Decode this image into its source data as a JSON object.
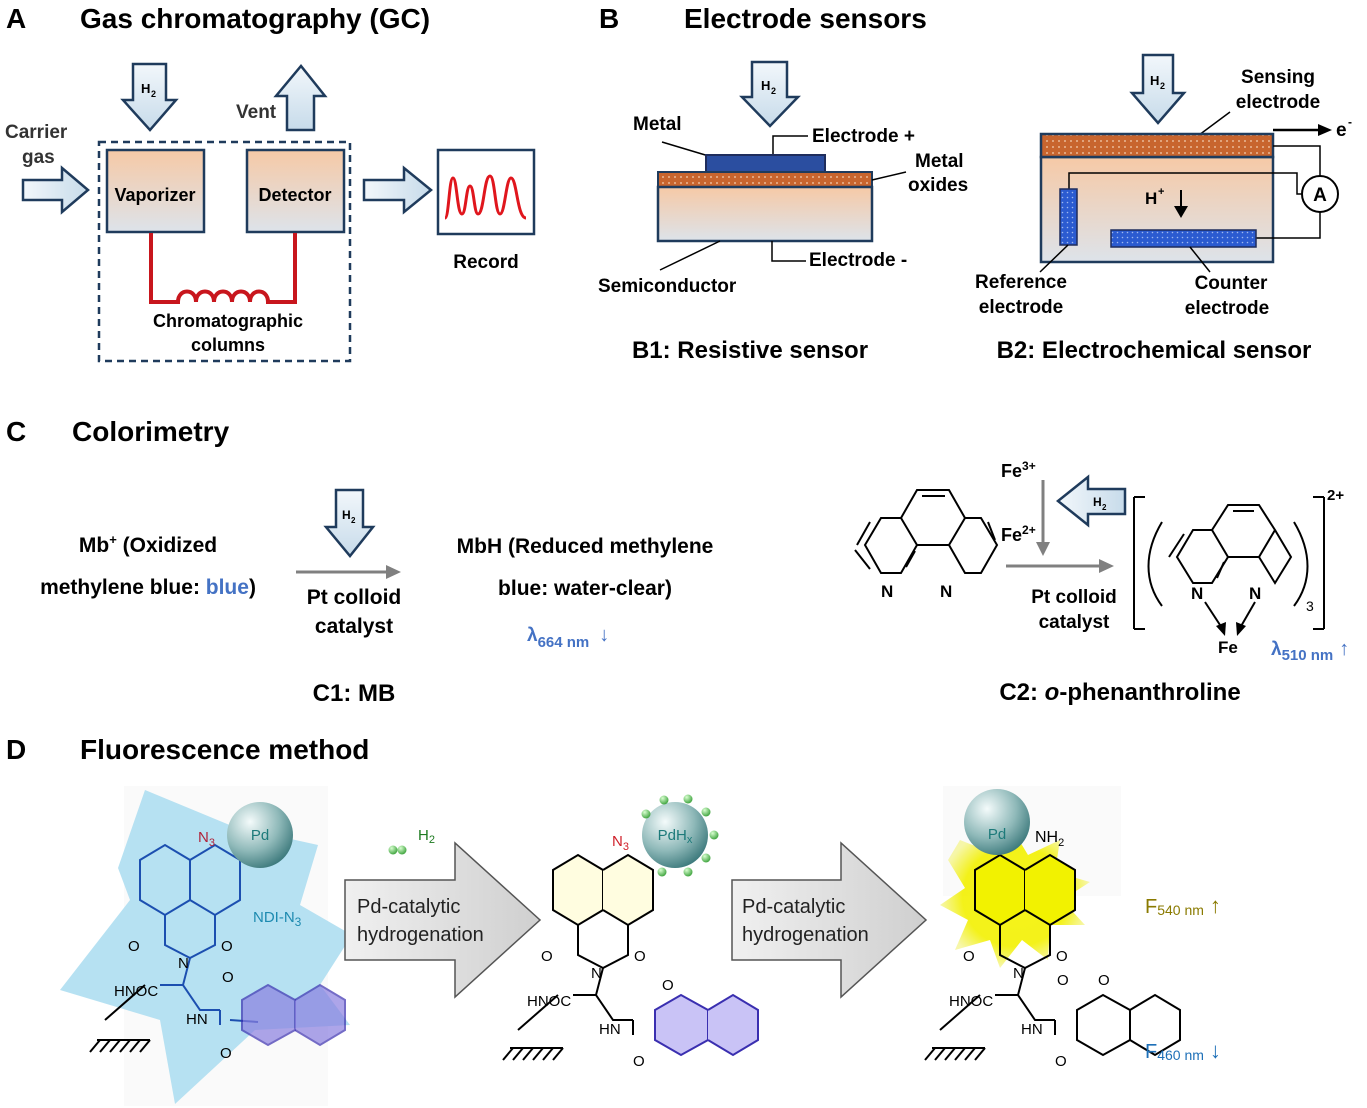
{
  "colors": {
    "arrow_fill": "#dbe8f3",
    "arrow_stroke": "#1f3b5c",
    "column_red": "#c8161d",
    "box_fill_top": "#f6c9a6",
    "box_fill_bottom": "#dde3ea",
    "electrode_blue": "#2b4ea0",
    "metal_oxide": "#c8652e",
    "text_blue": "#4472c4",
    "naph_yellow": "#f2f200",
    "coumarin_purple": "#8b7fe0",
    "blob_blue": "#a9dcf0",
    "teal_text": "#1d8a8a"
  },
  "panel_a": {
    "letter": "A",
    "title": "Gas chromatography (GC)",
    "h2_label": "H",
    "h2_sub": "2",
    "vent": "Vent",
    "carrier_line1": "Carrier",
    "carrier_line2": "gas",
    "vaporizer": "Vaporizer",
    "detector": "Detector",
    "record": "Record",
    "columns_line1": "Chromatographic",
    "columns_line2": "columns"
  },
  "panel_b": {
    "letter": "B",
    "title": "Electrode sensors",
    "b1": {
      "h2_label": "H",
      "h2_sub": "2",
      "metal": "Metal",
      "electrode_plus": "Electrode +",
      "metal_oxides_line1": "Metal",
      "metal_oxides_line2": "oxides",
      "electrode_minus": "Electrode -",
      "semiconductor": "Semiconductor",
      "caption": "B1: Resistive sensor"
    },
    "b2": {
      "h2_label": "H",
      "h2_sub": "2",
      "sensing_line1": "Sensing",
      "sensing_line2": "electrode",
      "e_label": "e",
      "e_sup": "-",
      "ammeter": "A",
      "hplus": "H",
      "hplus_sup": "+",
      "reference_line1": "Reference",
      "reference_line2": "electrode",
      "counter_line1": "Counter",
      "counter_line2": "electrode",
      "caption": "B2: Electrochemical sensor"
    }
  },
  "panel_c": {
    "letter": "C",
    "title": "Colorimetry",
    "c1": {
      "mb_plus": "Mb",
      "mb_plus_sup": "+",
      "mb_plus_rest": " (Oxidized",
      "mb_line2_a": "methylene blue: ",
      "mb_line2_blue": "blue",
      "mb_line2_c": ")",
      "h2_label": "H",
      "h2_sub": "2",
      "catalyst_line1": "Pt colloid",
      "catalyst_line2": "catalyst",
      "mbh_line1": "MbH (Reduced methylene",
      "mbh_line2": "blue: water-clear)",
      "lambda": "λ",
      "lambda_sub": "664 nm",
      "lambda_arrow": "↓",
      "caption": "C1: MB"
    },
    "c2": {
      "fe3": "Fe",
      "fe3_sup": "3+",
      "fe2": "Fe",
      "fe2_sup": "2+",
      "h2_label": "H",
      "h2_sub": "2",
      "n": "N",
      "fe": "Fe",
      "sub3": "3",
      "charge": "2+",
      "catalyst_line1": "Pt colloid",
      "catalyst_line2": "catalyst",
      "lambda": "λ",
      "lambda_sub": "510 nm",
      "lambda_arrow": "↑",
      "caption_a": "C2: ",
      "caption_o": "o",
      "caption_b": "-phenanthroline"
    }
  },
  "panel_d": {
    "letter": "D",
    "title": "Fluorescence method",
    "pd": "Pd",
    "pdhx": "PdH",
    "pdhx_sub": "x",
    "n3": "N",
    "n3_sub": "3",
    "ndi": "NDI-N",
    "ndi_sub": "3",
    "h2": "H",
    "h2_sub": "2",
    "step_line1": "Pd-catalytic",
    "step_line2": "hydrogenation",
    "nh2": "NH",
    "nh2_sub": "2",
    "hnoc": "HNOC",
    "hn": "HN",
    "o": "O",
    "n": "N",
    "f540": "F",
    "f540_sub": "540 nm",
    "f540_arrow": "↑",
    "f460": "F",
    "f460_sub": "460 nm",
    "f460_arrow": "↓"
  }
}
